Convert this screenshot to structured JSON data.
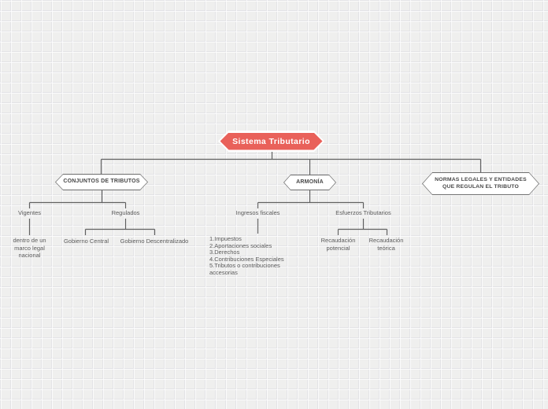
{
  "theme": {
    "canvas_bg": "#efefee",
    "grid_line": "#e3e3e6",
    "connector_color": "#616161",
    "hex_border": "#6e6e6e",
    "hex_text": "#474747",
    "leaf_text": "#5c5c5c",
    "root_fill": "#e9615a",
    "root_text": "#ffffff"
  },
  "mindmap": {
    "root": {
      "label": "Sistema Tributario"
    },
    "branch_conjuntos": {
      "label": "CONJUNTOS DE TRIBUTOS",
      "children": {
        "vigentes": {
          "label": "Vigentes",
          "child": {
            "label": "dentro de un marco legal nacional"
          }
        },
        "regulados": {
          "label": "Regulados",
          "children": {
            "gobierno_central": {
              "label": "Gobierno Central"
            },
            "gobierno_descentralizado": {
              "label": "Gobierno Descentralizado"
            }
          }
        }
      }
    },
    "branch_armonia": {
      "label": "ARMONÍA",
      "children": {
        "ingresos_fiscales": {
          "label": "Ingresos fiscales",
          "list": [
            "1.Impuestos",
            "2.Aportaciones sociales",
            "3.Derechos",
            "4.Contribuciones Especiales",
            "5.Tributos o contribuciones accesorias"
          ]
        },
        "esfuerzos_tributarios": {
          "label": "Esfuerzos Tributarios",
          "children": {
            "recaudacion_potencial": {
              "label": "Recaudación potencial"
            },
            "recaudacion_teorica": {
              "label": "Recaudación teórica"
            }
          }
        }
      }
    },
    "branch_normas": {
      "label": "NORMAS LEGALES Y ENTIDADES QUE REGULAN EL TRIBUTO"
    }
  }
}
